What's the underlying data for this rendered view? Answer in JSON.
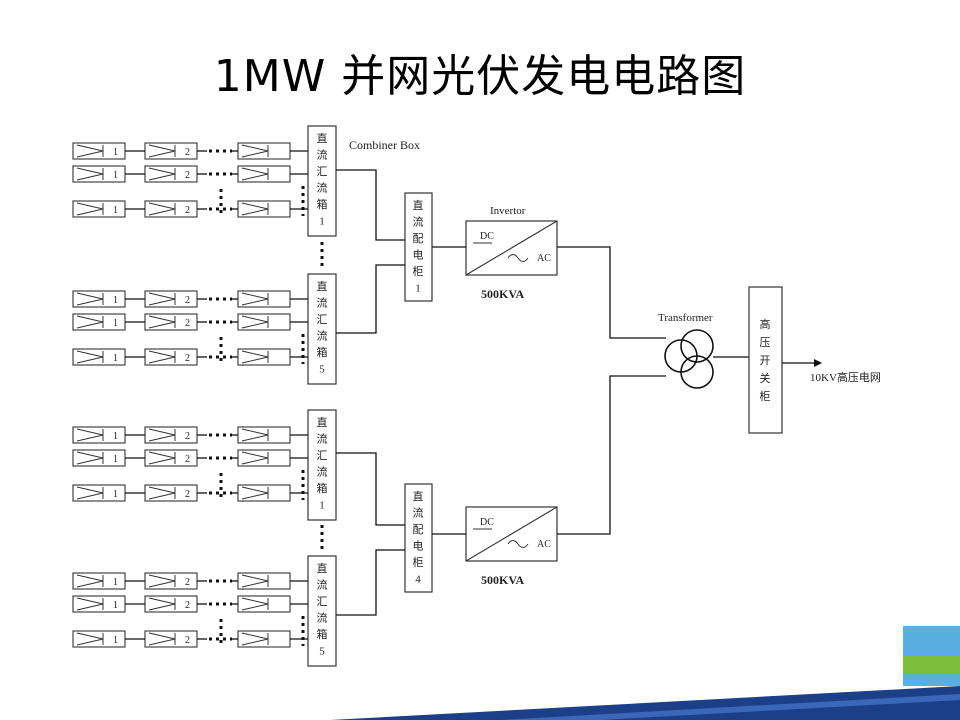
{
  "title": "1MW 并网光伏发电电路图",
  "panel_labels": [
    "1",
    "2"
  ],
  "combiner_box_label": "Combiner Box",
  "combiner_box_text_a": [
    "直",
    "流",
    "汇",
    "流",
    "箱",
    "1"
  ],
  "combiner_box_text_b": [
    "直",
    "流",
    "汇",
    "流",
    "箱",
    "5"
  ],
  "dc_cabinet_top": [
    "直",
    "流",
    "配",
    "电",
    "柜",
    "1"
  ],
  "dc_cabinet_bottom": [
    "直",
    "流",
    "配",
    "电",
    "柜",
    "4"
  ],
  "inverter": {
    "title": "Invertor",
    "dc": "DC",
    "ac": "AC",
    "rating": "500KVA"
  },
  "transformer_label": "Transformer",
  "hv_switch_cabinet": [
    "高",
    "压",
    "开",
    "关",
    "柜"
  ],
  "grid_label": "10KV高压电网",
  "colors": {
    "line": "#111111",
    "banner_sky": "#4aa6d8",
    "banner_panel": "#1c3f8a",
    "banner_grass": "#7bbf3a"
  }
}
